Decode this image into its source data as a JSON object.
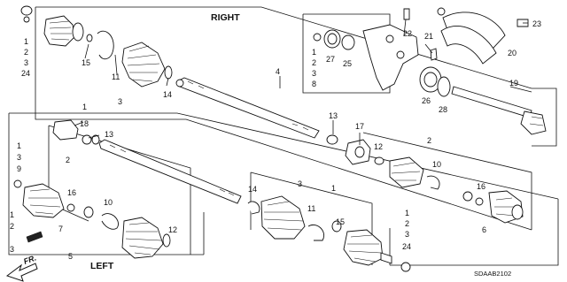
{
  "headings": {
    "right": "RIGHT",
    "left": "LEFT",
    "front_arrow": "FR."
  },
  "diagram_code": "SDAAB2102",
  "callouts": {
    "c1a": "1",
    "c2a": "2",
    "c3a": "3",
    "c24a": "24",
    "c15a": "15",
    "c11a": "11",
    "c3b": "3",
    "c1b": "1",
    "c14a": "14",
    "c4": "4",
    "c22": "22",
    "c23": "23",
    "c21": "21",
    "c20": "20",
    "c1c": "1",
    "c2c": "2",
    "c3c": "3",
    "c8": "8",
    "c27": "27",
    "c25": "25",
    "c26": "26",
    "c28": "28",
    "c19": "19",
    "c13a": "13",
    "c17": "17",
    "c12a": "12",
    "c2d": "2",
    "c10a": "10",
    "c16a": "16",
    "c6a": "6",
    "c18": "18",
    "c13b": "13",
    "c1d": "1",
    "c3d": "3",
    "c9": "9",
    "c2e": "2",
    "c16b": "16",
    "c10b": "10",
    "c7": "7",
    "c12b": "12",
    "c1e": "1",
    "c2f": "2",
    "c3e": "3",
    "c5": "5",
    "c14b": "14",
    "c3f": "3",
    "c1f": "1",
    "c11b": "11",
    "c15b": "15",
    "c1g": "1",
    "c2g": "2",
    "c3g": "3",
    "c24b": "24"
  }
}
